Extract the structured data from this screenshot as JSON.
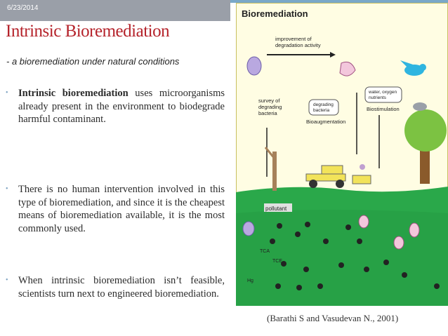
{
  "header": {
    "date": "6/23/2014"
  },
  "slide": {
    "title": "Intrinsic Bioremediation",
    "subtitle": "- a bioremediation under natural conditions",
    "bullets": [
      {
        "lead": "Intrinsic      bioremediation",
        "rest": " uses microorganisms already present in the environment to biodegrade harmful contaminant."
      },
      {
        "lead": "",
        "rest": "There is no human intervention involved in this type of bioremediation, and since it is the cheapest means of bioremediation available, it is the most commonly used."
      },
      {
        "lead": "",
        "rest": "When intrinsic bioremediation isn’t feasible, scientists turn next to engineered bioremediation."
      }
    ]
  },
  "figure": {
    "title": "Bioremediation",
    "labels": {
      "improvement": "improvement of degradation activity",
      "survey": "survey of degrading bacteria",
      "degrading": "degrading bacteria",
      "bioaugmentation": "Bioaugmentation",
      "nutrients": "water, oxygen nutrients",
      "biostimulation": "Biostimulation",
      "pollutant": "pollutant",
      "tca": "TCA",
      "tce": "TCE",
      "hg": "Hg"
    },
    "colors": {
      "sky": "#fffde3",
      "ground": "#2aa84a",
      "frame": "#c8c060"
    }
  },
  "caption": "(Barathi S and Vasudevan N., 2001)"
}
